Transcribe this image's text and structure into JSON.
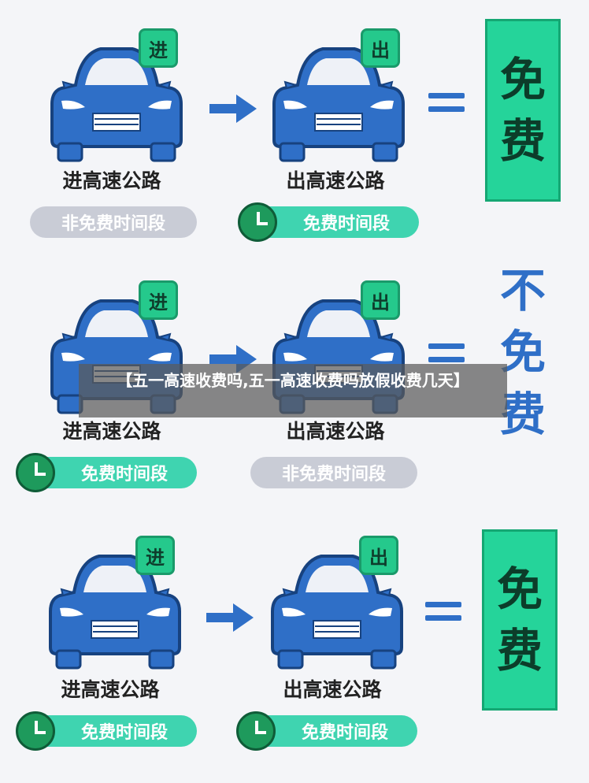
{
  "rows": [
    {
      "left": {
        "tag": "进",
        "caption": "进高速公路",
        "pill": "非免费时间段",
        "pill_style": "gray"
      },
      "right": {
        "tag": "出",
        "caption": "出高速公路",
        "pill": "免费时间段",
        "pill_style": "green"
      },
      "result": [
        "免",
        "费"
      ],
      "result_style": "free"
    },
    {
      "left": {
        "tag": "进",
        "caption": "进高速公路",
        "pill": "免费时间段",
        "pill_style": "green"
      },
      "right": {
        "tag": "出",
        "caption": "出高速公路",
        "pill": "非免费时间段",
        "pill_style": "gray"
      },
      "result": [
        "不",
        "免",
        "费"
      ],
      "result_style": "notfree"
    },
    {
      "left": {
        "tag": "进",
        "caption": "进高速公路",
        "pill": "免费时间段",
        "pill_style": "green"
      },
      "right": {
        "tag": "出",
        "caption": "出高速公路",
        "pill": "免费时间段",
        "pill_style": "green"
      },
      "result": [
        "免",
        "费"
      ],
      "result_style": "free"
    }
  ],
  "banner": {
    "text": "【五一高速收费吗,五一高速收费吗放假收费几天】"
  },
  "colors": {
    "car_blue": "#2f6fc7",
    "tag_green": "#25c98c",
    "pill_gray": "#c9ccd6",
    "pill_green": "#3fd4b0",
    "clock_green": "#1e9a5c"
  }
}
